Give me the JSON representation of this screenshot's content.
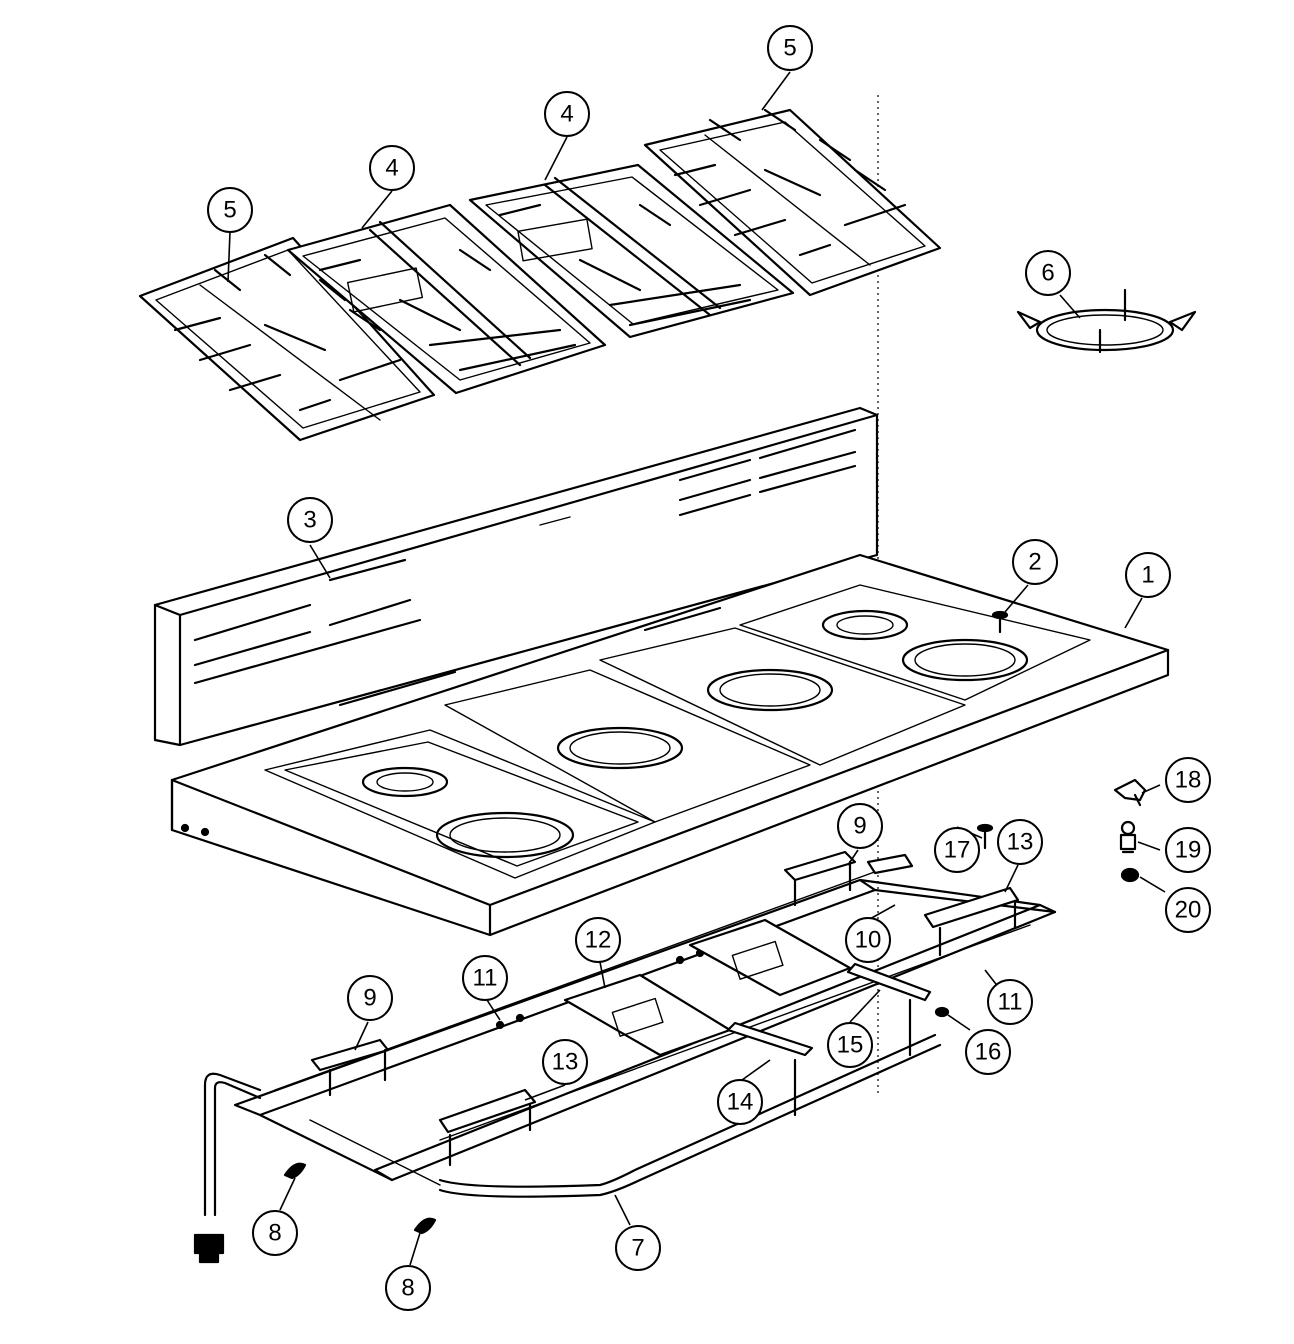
{
  "callouts": [
    {
      "id": "c5a",
      "label": "5"
    },
    {
      "id": "c4a",
      "label": "4"
    },
    {
      "id": "c4b",
      "label": "4"
    },
    {
      "id": "c5b",
      "label": "5"
    },
    {
      "id": "c6",
      "label": "6"
    },
    {
      "id": "c3",
      "label": "3"
    },
    {
      "id": "c2",
      "label": "2"
    },
    {
      "id": "c1",
      "label": "1"
    },
    {
      "id": "c18",
      "label": "18"
    },
    {
      "id": "c17",
      "label": "17"
    },
    {
      "id": "c9a",
      "label": "9"
    },
    {
      "id": "c13a",
      "label": "13"
    },
    {
      "id": "c19",
      "label": "19"
    },
    {
      "id": "c20",
      "label": "20"
    },
    {
      "id": "c10",
      "label": "10"
    },
    {
      "id": "c12",
      "label": "12"
    },
    {
      "id": "c11a",
      "label": "11"
    },
    {
      "id": "c9b",
      "label": "9"
    },
    {
      "id": "c11b",
      "label": "11"
    },
    {
      "id": "c13b",
      "label": "13"
    },
    {
      "id": "c15",
      "label": "15"
    },
    {
      "id": "c16",
      "label": "16"
    },
    {
      "id": "c14",
      "label": "14"
    },
    {
      "id": "c8a",
      "label": "8"
    },
    {
      "id": "c7",
      "label": "7"
    },
    {
      "id": "c8b",
      "label": "8"
    }
  ]
}
